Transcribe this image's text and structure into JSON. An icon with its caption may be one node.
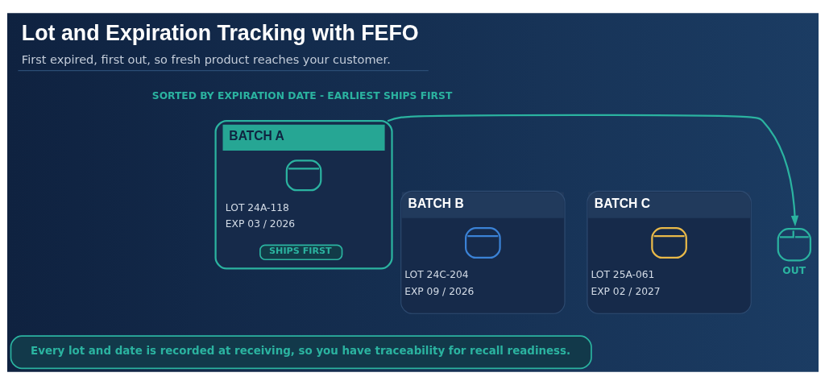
{
  "diagram": {
    "title": "Lot and Expiration Tracking with FEFO",
    "caption": "First expired, first out, so fresh product reaches your customer.",
    "nodes": [
      {
        "text": [
          "BATCH A",
          "LOT 24A-118",
          "EXP 03 / 2026"
        ]
      },
      {
        "text": [
          "SHIPS FIRST"
        ],
        "in": 0
      },
      {
        "text": [
          "BATCH B",
          "LOT 24C-204",
          "EXP 09 / 2026"
        ]
      },
      {
        "text": [
          "BATCH C",
          "LOT 25A-061",
          "EXP 02 / 2027"
        ]
      },
      {
        "text": [
          "OUT"
        ]
      },
      {
        "text": [
          "Every lot and date is recorded at receiving, so you have traceability for recall readiness."
        ]
      }
    ],
    "edges": [
      {
        "from": 0,
        "to": 4,
        "arrow": "to"
      }
    ],
    "labels": [
      "SORTED BY EXPIRATION DATE - EARLIEST SHIPS FIRST"
    ]
  }
}
